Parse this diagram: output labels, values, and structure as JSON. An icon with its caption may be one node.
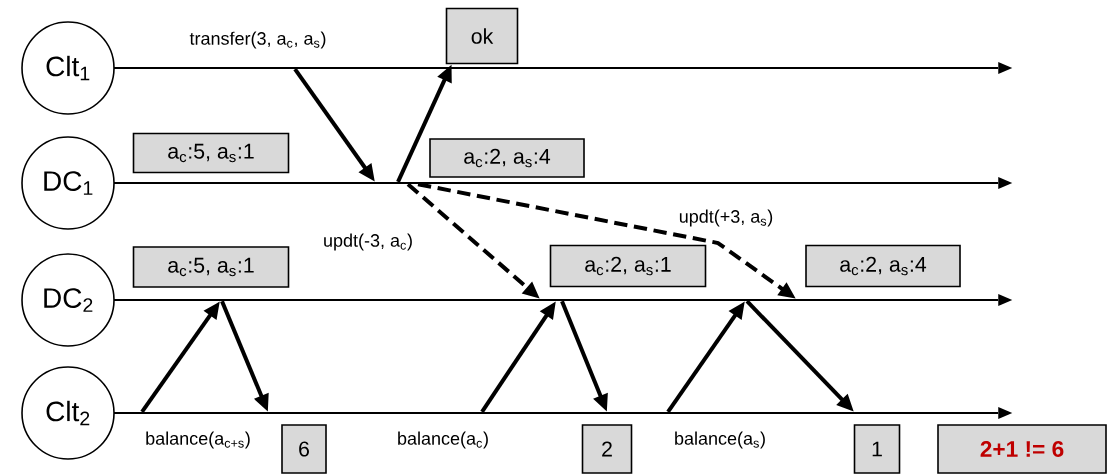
{
  "diagram": {
    "nodes": [
      {
        "text": [
          "Clt$_{1}$"
        ]
      },
      {
        "text": [],
        "shape": "line"
      },
      {
        "text": [
          "ok"
        ]
      },
      {
        "text": [
          "DC$_{1}$"
        ]
      },
      {
        "text": [],
        "shape": "line"
      },
      {
        "text": [
          "a$_{c}$:5, a$_{s}$:1"
        ]
      },
      {
        "text": [
          "a$_{c}$:2, a$_{s}$:4"
        ]
      },
      {
        "text": [
          "DC$_{2}$"
        ]
      },
      {
        "text": [],
        "shape": "line"
      },
      {
        "text": [
          "a$_{c}$:5, a$_{s}$:1"
        ]
      },
      {
        "text": [
          "a$_{c}$:2, a$_{s}$:1"
        ]
      },
      {
        "text": [
          "a$_{c}$:2, a$_{s}$:4"
        ]
      },
      {
        "text": [
          "Clt$_{2}$"
        ]
      },
      {
        "text": [],
        "shape": "line"
      },
      {
        "text": [
          "6"
        ]
      },
      {
        "text": [
          "2"
        ]
      },
      {
        "text": [
          "1"
        ]
      },
      {
        "text": [
          "2+1 != 6"
        ]
      }
    ],
    "edges": [
      {
        "from": 1,
        "to": 4,
        "arrow": "to",
        "label": "transfer(3, a$_{c}$, a$_{s}$)"
      },
      {
        "from": 4,
        "to": 2,
        "arrow": "to"
      },
      {
        "from": 4,
        "to": 8,
        "arrow": "to",
        "style": "dashed",
        "label": "updt(-3, a$_{c}$)"
      },
      {
        "from": 4,
        "to": 8,
        "arrow": "to",
        "style": "dashed",
        "label": "updt(+3, a$_{s}$)"
      },
      {
        "from": 13,
        "to": 8,
        "arrow": "to",
        "label": "balance(a$_{c+s}$)"
      },
      {
        "from": 8,
        "to": 13,
        "arrow": "to"
      },
      {
        "from": 13,
        "to": 8,
        "arrow": "to",
        "label": "balance(a$_{c}$)"
      },
      {
        "from": 8,
        "to": 13,
        "arrow": "to"
      },
      {
        "from": 13,
        "to": 8,
        "arrow": "to",
        "label": "balance(a$_{s}$)"
      },
      {
        "from": 8,
        "to": 13,
        "arrow": "to"
      }
    ]
  }
}
